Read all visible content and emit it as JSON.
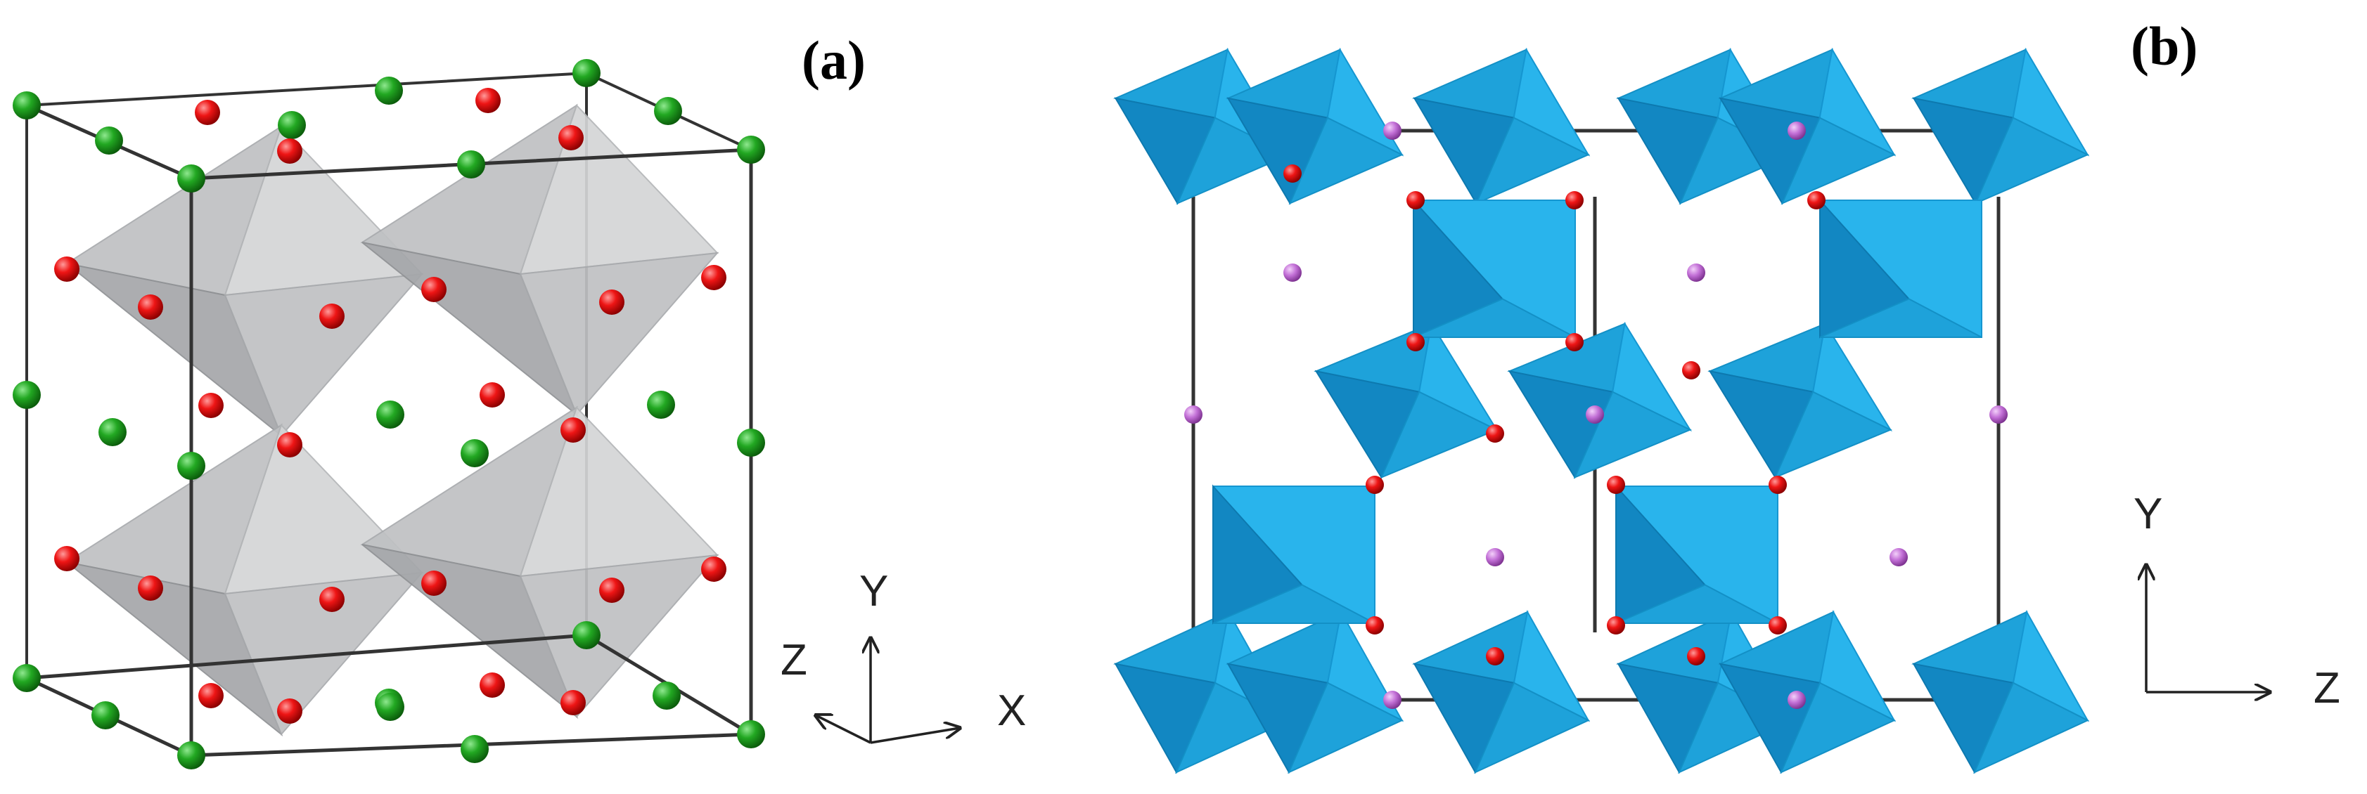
{
  "panels": [
    {
      "label": "(a)",
      "axes": {
        "up": "Y",
        "depth": "Z",
        "right": "X"
      }
    },
    {
      "label": "(b)",
      "axes": {
        "up": "Y",
        "right": "Z"
      }
    }
  ],
  "colors": {
    "a_site_atom": "#1a9b1a",
    "oxygen_atom": "#ee1111",
    "octahedron_gray": "#c4c5c7",
    "octahedron_blue": "#22aee6",
    "b_site_atom": "#c070d0",
    "cell_edge": "#333333"
  }
}
